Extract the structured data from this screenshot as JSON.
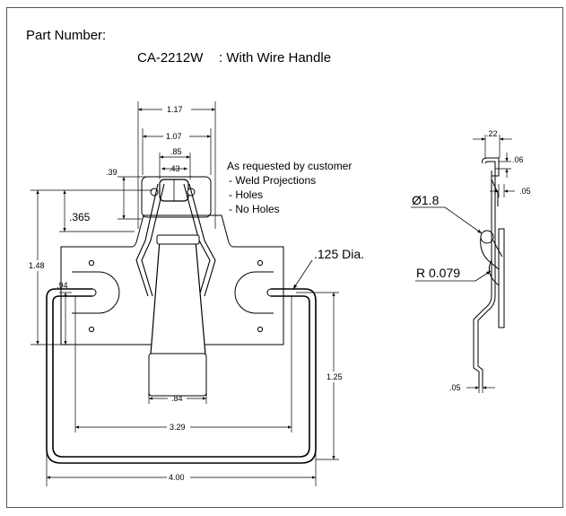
{
  "header": {
    "part_number_label": "Part Number:",
    "part_code": "CA-2212W",
    "part_desc": ": With Wire Handle"
  },
  "note": {
    "heading": "As requested by customer",
    "items": [
      "- Weld Projections",
      "- Holes",
      "- No Holes"
    ]
  },
  "callouts": {
    "hole_dia": ".125 Dia.",
    "diameter": "Ø1.8",
    "radius": "R 0.079"
  },
  "dims_front": {
    "top_1_17": "1.17",
    "top_1_07": "1.07",
    "top_85": ".85",
    "top_43": ".43",
    "left_39": ".39",
    "left_365": ".365",
    "left_1_48": "1.48",
    "left_94": ".94",
    "right_1_25": "1.25",
    "bottom_84": ".84",
    "bottom_3_29": "3.29",
    "bottom_4_00": "4.00"
  },
  "dims_side": {
    "top_22": ".22",
    "top_06": ".06",
    "mid_05": ".05",
    "bottom_05": ".05"
  }
}
